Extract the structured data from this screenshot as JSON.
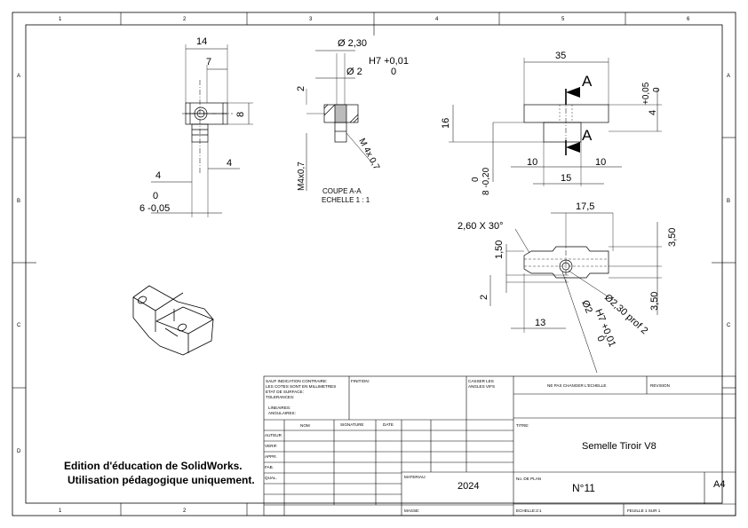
{
  "frame": {
    "column_labels": [
      "1",
      "2",
      "3",
      "4",
      "5",
      "6"
    ],
    "row_labels": [
      "A",
      "B",
      "C",
      "D"
    ],
    "bottom_column_labels": [
      "1",
      "2"
    ]
  },
  "views": {
    "front": {
      "dim_width": "14",
      "dim_half": "7",
      "dim_height": "8",
      "dim_left": "4",
      "dim_right": "4",
      "tol_upper": "0",
      "tol_lower": "6 -0,05"
    },
    "section": {
      "dim_diameter_outer": "Ø 2,30",
      "fit_label": "H7 +0,01",
      "dim_diameter_inner": "Ø 2",
      "fit_lower": "0",
      "dim_2": "2",
      "thread_left": "M4x0,7",
      "thread_right": "M 4x 0,7",
      "caption_1": "COUPE A-A",
      "caption_2": "ECHELLE 1 : 1"
    },
    "side": {
      "dim_length": "35",
      "section_mark_top": "A",
      "section_mark_bottom": "A",
      "dim_16": "16",
      "tol_upper": "+0,05",
      "tol_zero": "0",
      "dim_4": "4",
      "dim_left_10": "10",
      "dim_right_10": "10",
      "dim_15": "15",
      "tol_left_upper": "0",
      "tol_left_lower": "8 -0,20"
    },
    "top": {
      "chamfer": "2,60 X 30°",
      "dim_17_5": "17,5",
      "dim_3_50_top": "3,50",
      "dim_1_50": "1,50",
      "dim_2": "2",
      "dim_3_50_bottom": "3,50",
      "dim_13": "13",
      "hole_callout": "Ø2,30 prof 2",
      "hole_fit_a": "Ø2",
      "hole_fit_b": "H7 +0,01",
      "hole_fit_c": "0"
    }
  },
  "watermark": {
    "line1": "Edition d'éducation de SolidWorks.",
    "line2": "Utilisation pédagogique uniquement."
  },
  "title_block": {
    "general_notes": [
      "SAUF INDICATION CONTRAIRE:",
      "LES COTES SONT EN MILLIMETRES",
      "ETAT DE SURFACE:",
      "TOLERANCES:",
      "LINEAIRES:",
      "ANGULAIRES:"
    ],
    "finish_label": "FINITION:",
    "edges_label": [
      "CASSER LES",
      "ANGLES VIFS"
    ],
    "scale_note": "NE PAS CHANGER L'ECHELLE",
    "revision_label": "REVISION",
    "col_headers": {
      "name": "NOM",
      "signature": "SIGNATURE",
      "date": "DATE"
    },
    "row_labels": [
      "AUTEUR",
      "VERIF.",
      "APPR.",
      "FAB.",
      "QUAL."
    ],
    "title_label": "TITRE:",
    "title_value": "Semelle Tiroir V8",
    "material_label": "MATERIAU:",
    "material_value": "2024",
    "drawing_no_label": "No. DE PLAN",
    "drawing_no_value": "N°11",
    "format_value": "A4",
    "mass_label": "MASSE:",
    "scale_label": "ECHELLE:2:1",
    "sheet_label": "FEUILLE 1 SUR 1"
  }
}
